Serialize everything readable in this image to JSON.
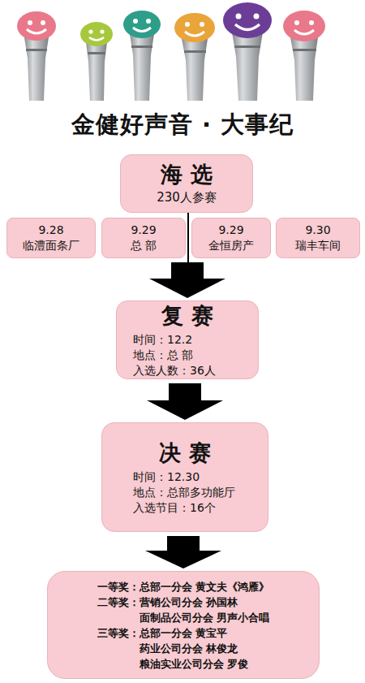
{
  "diagram": {
    "title": "金健好声音 · 大事纪",
    "nodes": [
      {
        "text": [
          "海 选",
          "230人参赛"
        ]
      },
      {
        "text": [
          "9.28",
          "临澧面条厂"
        ]
      },
      {
        "text": [
          "9.29",
          "总 部"
        ]
      },
      {
        "text": [
          "9.29",
          "金恒房产"
        ]
      },
      {
        "text": [
          "9.30",
          "瑞丰车间"
        ]
      },
      {
        "text": [
          "复 赛",
          "时间：12.2",
          "地点：总 部",
          "入选人数：36人"
        ]
      },
      {
        "text": [
          "决 赛",
          "时间：12.30",
          "地点：总部多功能厅",
          "入选节目：16个"
        ]
      },
      {
        "text": [
          "一等奖：",
          "总部一分会 黄文夫《鸿雁》",
          "二等奖：",
          "营销公司分会 孙国林",
          "面制品公司分会 男声小合唱",
          "三等奖：",
          "总部一分会 黄宝平",
          "药业公司分会 林俊龙",
          "粮油实业公司分会 罗俊"
        ]
      }
    ],
    "edges": [
      {
        "from": 0,
        "to": 5,
        "arrow": "to"
      },
      {
        "from": 5,
        "to": 6,
        "arrow": "to"
      },
      {
        "from": 6,
        "to": 7,
        "arrow": "to"
      }
    ]
  }
}
